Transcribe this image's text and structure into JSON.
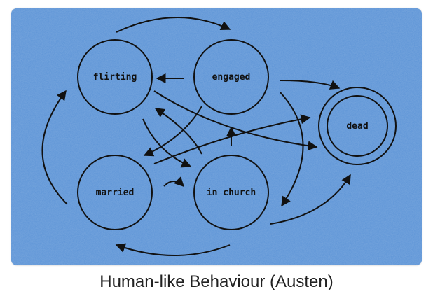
{
  "diagram": {
    "states": [
      {
        "id": "flirting",
        "label": "flirting"
      },
      {
        "id": "engaged",
        "label": "engaged"
      },
      {
        "id": "dead",
        "label": "dead"
      },
      {
        "id": "married",
        "label": "married"
      },
      {
        "id": "in_church",
        "label": "in church"
      }
    ],
    "colors": {
      "background": "#5b93d6",
      "stroke": "#111111"
    }
  },
  "caption": "Human-like Behaviour (Austen)"
}
